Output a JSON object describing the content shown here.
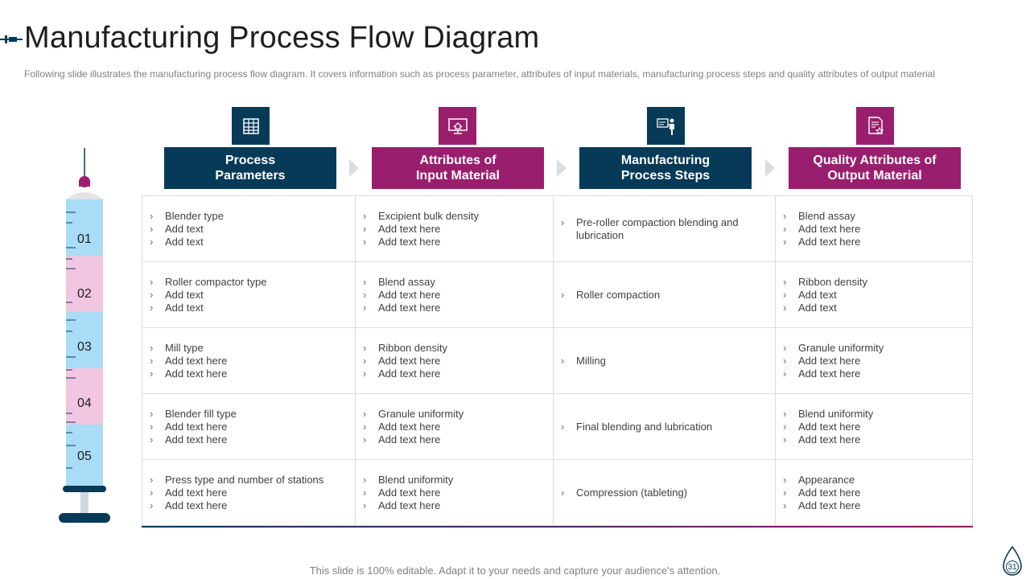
{
  "slide": {
    "title": "Manufacturing Process Flow Diagram",
    "subtitle": "Following slide illustrates the manufacturing process flow diagram. It covers information such as process parameter, attributes of input materials, manufacturing process steps and quality attributes of output material",
    "footer": "This slide is 100% editable. Adapt it to your needs and capture your audience's attention.",
    "page_number": "31"
  },
  "colors": {
    "navy": "#073a56",
    "plum": "#9a1e6e",
    "syringe_blue": "#a9dcf5",
    "syringe_pink": "#f1c6e1"
  },
  "columns": [
    {
      "header": "Process\nParameters",
      "icon": "spreadsheet-icon",
      "color": "navy"
    },
    {
      "header": "Attributes of\nInput Material",
      "icon": "monitor-house-icon",
      "color": "plum"
    },
    {
      "header": "Manufacturing\nProcess Steps",
      "icon": "presenter-board-icon",
      "color": "navy"
    },
    {
      "header": "Quality Attributes of\nOutput Material",
      "icon": "certificate-document-icon",
      "color": "plum"
    }
  ],
  "steps": [
    "01",
    "02",
    "03",
    "04",
    "05"
  ],
  "rows": [
    [
      [
        "Blender type",
        "Add text",
        "Add text"
      ],
      [
        "Excipient bulk density",
        "Add text here",
        "Add text here"
      ],
      [
        "Pre-roller compaction blending and lubrication"
      ],
      [
        "Blend assay",
        "Add text here",
        "Add text here"
      ]
    ],
    [
      [
        "Roller compactor type",
        "Add text",
        "Add text"
      ],
      [
        "Blend assay",
        "Add text here",
        "Add text here"
      ],
      [
        "Roller compaction"
      ],
      [
        "Ribbon density",
        "Add text",
        "Add text"
      ]
    ],
    [
      [
        "Mill type",
        "Add text here",
        "Add text here"
      ],
      [
        "Ribbon density",
        "Add text here",
        "Add text here"
      ],
      [
        "Milling"
      ],
      [
        "Granule uniformity",
        "Add text here",
        "Add text here"
      ]
    ],
    [
      [
        "Blender fill type",
        "Add text here",
        "Add text here"
      ],
      [
        "Granule uniformity",
        "Add text here",
        "Add text here"
      ],
      [
        "Final blending and lubrication"
      ],
      [
        "Blend uniformity",
        "Add text here",
        "Add text here"
      ]
    ],
    [
      [
        "Press type and number of stations",
        "Add text here",
        "Add text here"
      ],
      [
        "Blend uniformity",
        "Add text here",
        "Add text here"
      ],
      [
        "Compression (tableting)"
      ],
      [
        "Appearance",
        "Add text here",
        "Add text here"
      ]
    ]
  ]
}
